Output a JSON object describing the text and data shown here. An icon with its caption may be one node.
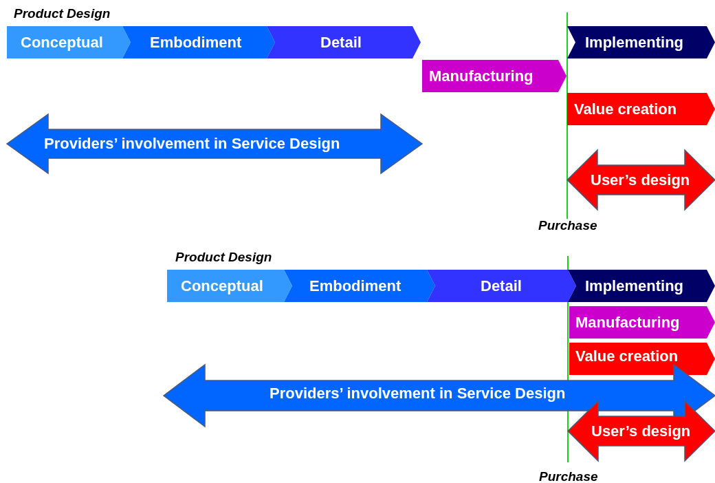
{
  "diagram": {
    "nodes": [
      {
        "text": [
          "Conceptual"
        ]
      },
      {
        "text": [
          "Embodiment"
        ]
      },
      {
        "text": [
          "Detail"
        ]
      },
      {
        "text": [
          "Implementing"
        ]
      },
      {
        "text": [
          "Manufacturing"
        ]
      },
      {
        "text": [
          "Value creation"
        ]
      },
      {
        "text": [
          "Providers’ involvement in Service Design"
        ]
      },
      {
        "text": [
          "User’s design"
        ]
      },
      {
        "text": [
          "Conceptual"
        ]
      },
      {
        "text": [
          "Embodiment"
        ]
      },
      {
        "text": [
          "Detail"
        ]
      },
      {
        "text": [
          "Implementing"
        ]
      },
      {
        "text": [
          "Manufacturing"
        ]
      },
      {
        "text": [
          "Value creation"
        ]
      },
      {
        "text": [
          "Providers’ involvement in Service Design"
        ]
      },
      {
        "text": [
          "User’s design"
        ]
      }
    ],
    "labels": [
      "Product Design",
      "Purchase",
      "Product Design",
      "Purchase"
    ]
  }
}
